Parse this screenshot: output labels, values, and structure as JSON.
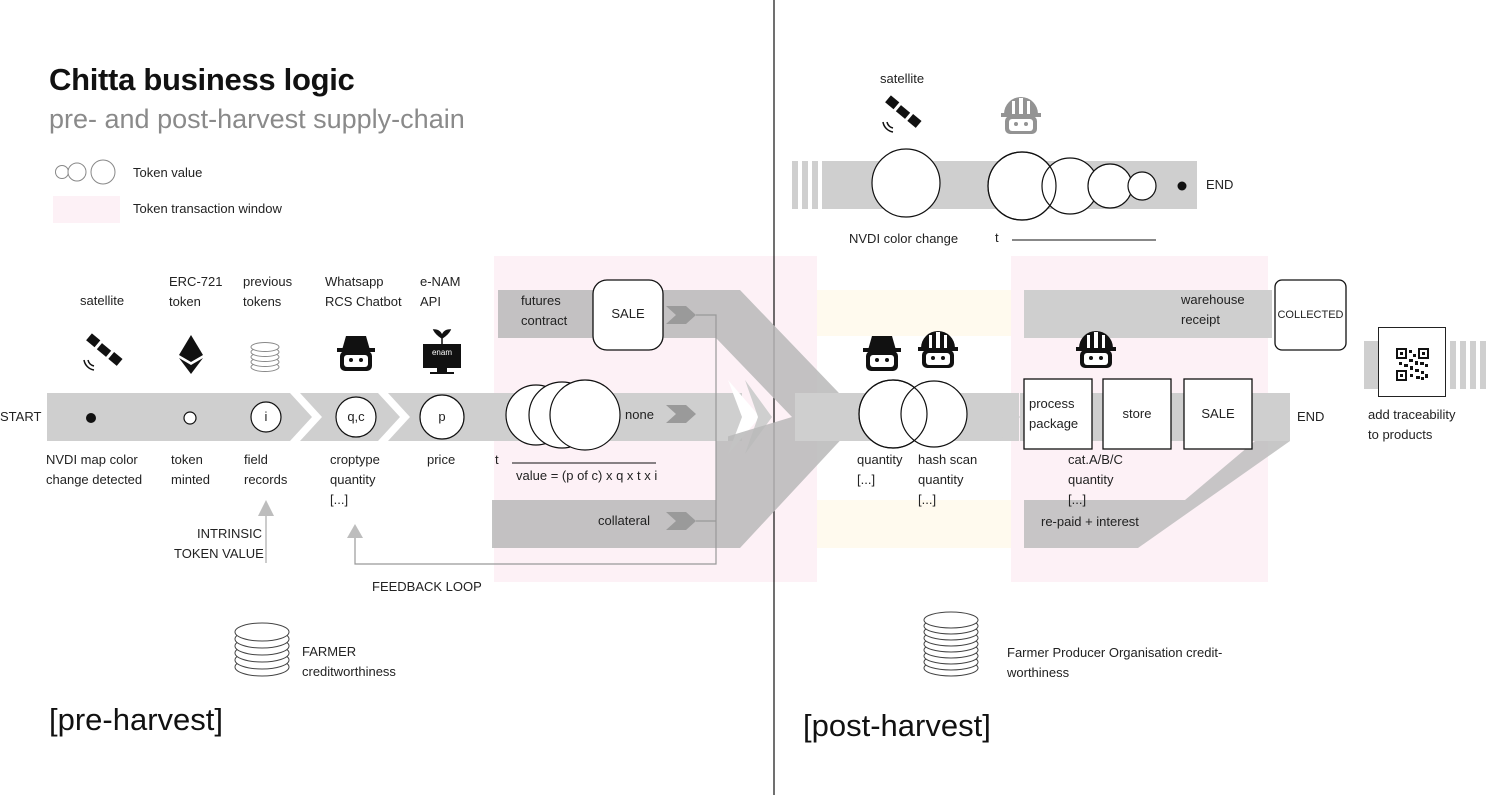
{
  "title": "Chitta business logic",
  "subtitle": "pre- and post-harvest supply-chain",
  "legend": {
    "token_value": "Token value",
    "token_window": "Token transaction window"
  },
  "colors": {
    "window": "#fdf1f6",
    "band": "#cfcfcf",
    "band_dark": "#b8b8b8",
    "stroke": "#222222"
  },
  "pre": {
    "start": "START",
    "satellite": "satellite",
    "erc_1": "ERC-721",
    "erc_2": "token",
    "prev_1": "previous",
    "prev_2": "tokens",
    "chat_1": "Whatsapp",
    "chat_2": "RCS Chatbot",
    "enam_1": "e-NAM",
    "enam_2": "API",
    "enam_icon": "enam",
    "node_i": "i",
    "node_qc": "q,c",
    "node_p": "p",
    "nvdi_1": "NVDI map color",
    "nvdi_2": "change detected",
    "minted_1": "token",
    "minted_2": "minted",
    "field_1": "field",
    "field_2": "records",
    "crop_1": "croptype",
    "crop_2": "quantity",
    "crop_3": "[...]",
    "price": "price",
    "t": "t",
    "formula": "value = (p of c) x q x t x i",
    "futures_1": "futures",
    "futures_2": "contract",
    "sale": "SALE",
    "none": "none",
    "collateral": "collateral",
    "intrinsic_1": "INTRINSIC",
    "intrinsic_2": "TOKEN VALUE",
    "feedback": "FEEDBACK LOOP",
    "farmer_1": "FARMER",
    "farmer_2": "creditworthiness",
    "phase": "[pre-harvest]"
  },
  "post": {
    "satellite": "satellite",
    "end_top": "END",
    "nvdi": "NVDI color change",
    "t": "t",
    "warehouse_1": "warehouse",
    "warehouse_2": "receipt",
    "collected": "COLLECTED",
    "process_1": "process",
    "process_2": "package",
    "store": "store",
    "sale": "SALE",
    "end": "END",
    "qty_1": "quantity",
    "qty_2": "[...]",
    "hash_1": "hash scan",
    "hash_2": "quantity",
    "hash_3": "[...]",
    "cat_1": "cat.A/B/C",
    "cat_2": "quantity",
    "cat_3": "[...]",
    "repaid": "re-paid + interest",
    "trace_1": "add traceability",
    "trace_2": "to products",
    "fpo_1": "Farmer Producer Organisation credit-",
    "fpo_2": "worthiness",
    "phase": "[post-harvest]"
  }
}
